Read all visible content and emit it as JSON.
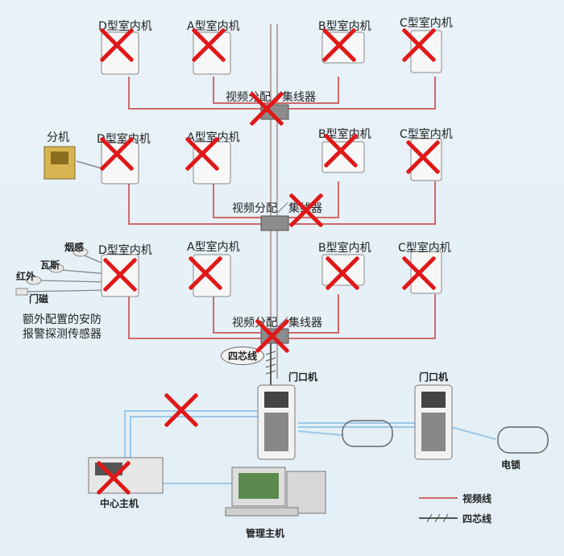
{
  "floors": [
    {
      "units": [
        {
          "type_label": "D型室内机"
        },
        {
          "type_label": "A型室内机"
        },
        {
          "type_label": "B型室内机"
        },
        {
          "type_label": "C型室内机"
        }
      ],
      "splitter_label": "视频分配／集线器"
    },
    {
      "extension_label": "分机",
      "units": [
        {
          "type_label": "D型室内机"
        },
        {
          "type_label": "A型室内机"
        },
        {
          "type_label": "B型室内机"
        },
        {
          "type_label": "C型室内机"
        }
      ],
      "splitter_label": "视频分配／集线器"
    },
    {
      "units": [
        {
          "type_label": "D型室内机"
        },
        {
          "type_label": "A型室内机"
        },
        {
          "type_label": "B型室内机"
        },
        {
          "type_label": "C型室内机"
        }
      ],
      "splitter_label": "视频分配／集线器"
    }
  ],
  "sensors": {
    "items": [
      "烟感",
      "瓦斯",
      "红外",
      "门磁"
    ],
    "caption_line1": "额外配置的安防",
    "caption_line2": "报警探测传感器"
  },
  "cable_tag": "四芯线",
  "door_units": [
    {
      "label": "门口机"
    },
    {
      "label": "门口机"
    }
  ],
  "center_host": "中心主机",
  "management_host": "管理主机",
  "lock_label": "电锁",
  "legend": {
    "video_line": "视频线",
    "four_core_line": "四芯线"
  },
  "colors": {
    "video_line": "#d06a6a",
    "four_core_line": "#7a7a7a",
    "cross": "#e01818",
    "blue_line": "#9cc8e8"
  }
}
